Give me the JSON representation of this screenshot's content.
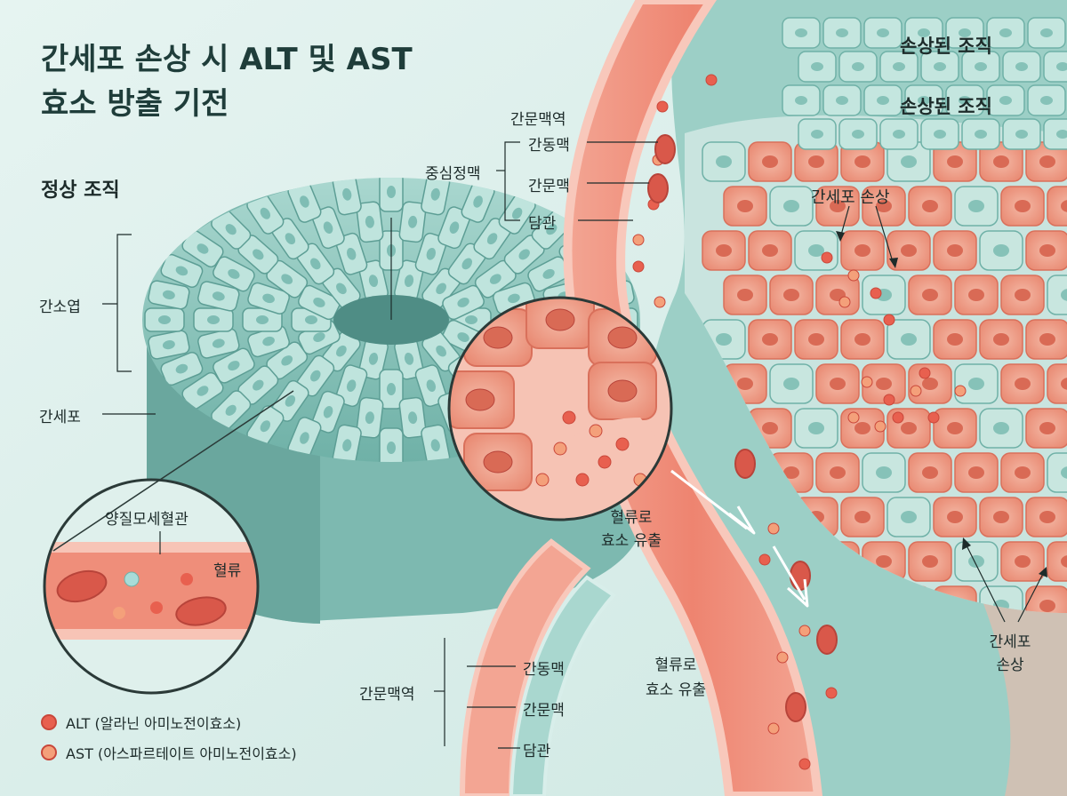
{
  "title_line1": "간세포 손상 시 ALT 및 AST",
  "title_line2": "효소 방출 기전",
  "labels": {
    "normal_tissue": "정상 조직",
    "lobule": "간소엽",
    "hepatocyte": "간세포",
    "sinusoid": "양질모세혈관",
    "blood_flow": "혈류",
    "portal_triad_top": "간문맥역",
    "central_vein": "중심정맥",
    "hepatic_artery_top": "간동맥",
    "portal_vein_top": "간문맥",
    "bile_duct_top": "담관",
    "damaged_tissue_1": "손상된 조직",
    "damaged_tissue_2": "손상된 조직",
    "hepatocyte_damage_1": "간세포 손상",
    "release_center_1": "혈류로",
    "release_center_2": "효소 유출",
    "portal_triad_bottom": "간문맥역",
    "hepatic_artery_bottom": "간동맥",
    "portal_vein_bottom": "간문맥",
    "bile_duct_bottom": "담관",
    "release_bottom_1": "혈류로",
    "release_bottom_2": "효소 유출",
    "hepatocyte_damage_2a": "간세포",
    "hepatocyte_damage_2b": "손상"
  },
  "legend": [
    {
      "label": "ALT (알라닌 아미노전이효소)",
      "color": "#e8604f"
    },
    {
      "label": "AST (아스파르테이트 아미노전이효소)",
      "color": "#f4a07a"
    }
  ],
  "colors": {
    "background": "#dff0ec",
    "tissue_teal": "#8cc6bd",
    "tissue_dark": "#5d9e95",
    "vessel_red": "#ef8a78",
    "vessel_wall": "#f6b7a8",
    "damaged_cell": "#f1a58f",
    "title_text": "#1f3d3a"
  }
}
